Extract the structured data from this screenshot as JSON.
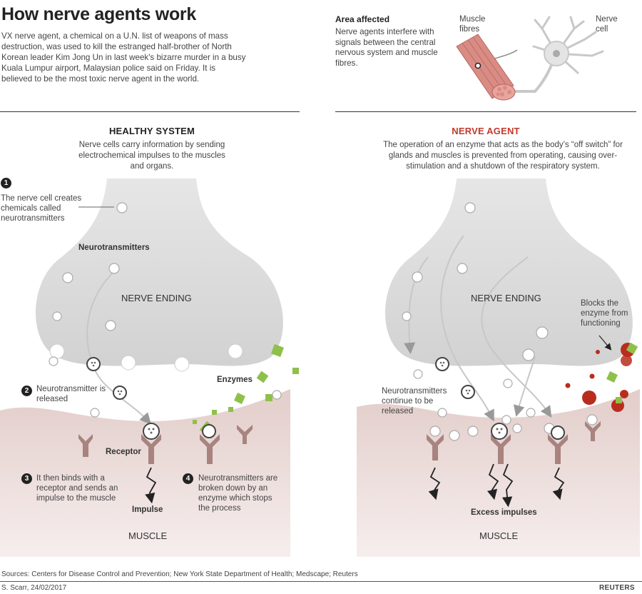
{
  "header": {
    "title": "How nerve agents work",
    "intro": "VX nerve agent, a chemical on a U.N. list of weapons of mass destruction, was used to kill the estranged half-brother of North Korean leader Kim Jong Un in last week's bizarre murder in a busy Kuala Lumpur airport, Malaysian police said on Friday. It is believed to be the most toxic nerve agent in the world."
  },
  "area": {
    "heading": "Area affected",
    "text": "Nerve agents interfere with signals between the central nervous system and muscle fibres.",
    "muscle_label": "Muscle fibres",
    "cell_label": "Nerve cell"
  },
  "healthy": {
    "heading": "HEALTHY SYSTEM",
    "description": "Nerve cells carry information by sending electrochemical impulses to the muscles and organs.",
    "nerve_ending": "NERVE ENDING",
    "muscle": "MUSCLE",
    "step1_num": "1",
    "step1": "The nerve cell creates chemicals called neurotransmitters",
    "neurotransmitters": "Neurotransmitters",
    "step2_num": "2",
    "step2": "Neurotransmitter is released",
    "enzymes": "Enzymes",
    "receptor": "Receptor",
    "step3_num": "3",
    "step3": "It then binds with a receptor and sends an impulse to the muscle",
    "impulse": "Impulse",
    "step4_num": "4",
    "step4": "Neurotransmitters are broken down by an enzyme which stops the process"
  },
  "agent": {
    "heading": "NERVE AGENT",
    "description": "The operation of an enzyme that acts as the body’s “off switch” for glands and muscles is prevented from operating, causing over-stimulation and a shutdown of the respiratory system.",
    "nerve_ending": "NERVE ENDING",
    "muscle": "MUSCLE",
    "blocks": "Blocks the enzyme from functioning",
    "continue": "Neurotransmitters continue to be released",
    "excess": "Excess impulses"
  },
  "footer": {
    "sources": "Sources: Centers for Disease Control and Prevention; New York State Department of Health; Medscape; Reuters",
    "credit": "S. Scarr,  24/02/2017",
    "brand": "REUTERS"
  },
  "colors": {
    "nerve_ending": "#d9d9d9",
    "muscle": "#ead9d6",
    "receptor": "#a8837f",
    "enzyme": "#8fc04a",
    "agent": "#b92d1e",
    "agent_heading": "#c0392b"
  }
}
